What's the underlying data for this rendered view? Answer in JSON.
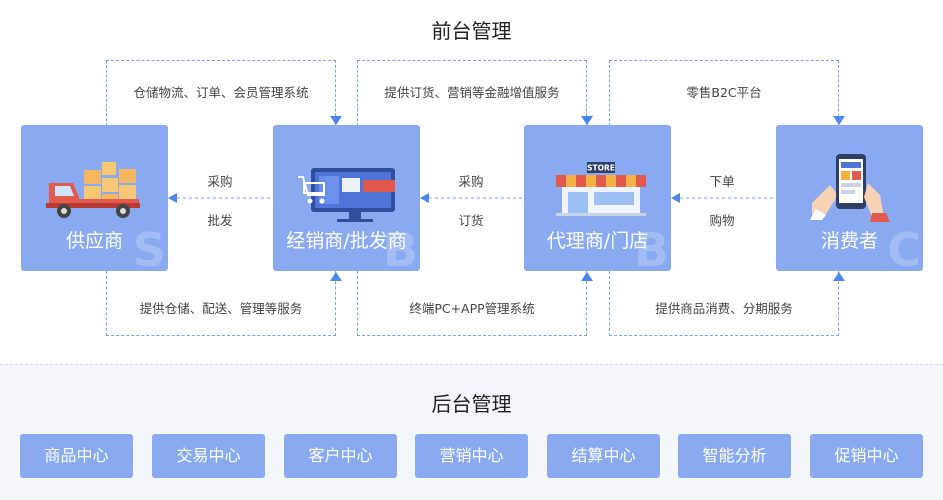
{
  "front": {
    "title": "前台管理",
    "top_labels": [
      "仓储物流、订单、会员管理系统",
      "提供订货、营销等金融增值服务",
      "零售B2C平台"
    ],
    "bottom_labels": [
      "提供仓储、配送、管理等服务",
      "终端PC+APP管理系统",
      "提供商品消费、分期服务"
    ],
    "flows": [
      {
        "upper": "采购",
        "lower": "批发"
      },
      {
        "upper": "采购",
        "lower": "订货"
      },
      {
        "upper": "下单",
        "lower": "购物"
      }
    ],
    "actors": [
      {
        "name": "供应商",
        "letter": "S"
      },
      {
        "name": "经销商/批发商",
        "letter": "B"
      },
      {
        "name": "代理商/门店",
        "letter": "B"
      },
      {
        "name": "消费者",
        "letter": "C"
      }
    ],
    "store_sign": "STORE"
  },
  "back": {
    "title": "后台管理",
    "modules": [
      "商品中心",
      "交易中心",
      "客户中心",
      "营销中心",
      "结算中心",
      "智能分析",
      "促销中心"
    ]
  },
  "colors": {
    "accent": "#89aaf0",
    "dash": "#7aa2e8",
    "background": "#ffffff"
  }
}
